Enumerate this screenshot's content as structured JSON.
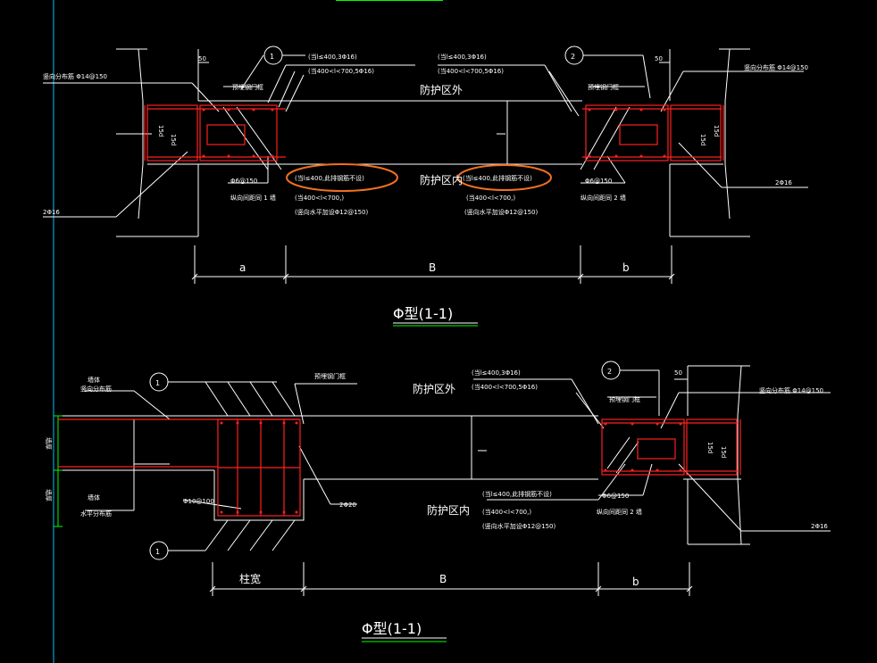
{
  "colors": {
    "background": "#000000",
    "line": "#ffffff",
    "rebar": "#ff2020",
    "highlight": "#f07020",
    "cyan": "#00c0ff",
    "green": "#00ff00"
  },
  "top": {
    "callout_1": "1",
    "callout_2": "2",
    "dim_50_left": "50",
    "dim_50_right": "50",
    "vert_dist_left": "竖向分布筋 Φ14@150",
    "vert_dist_right": "竖向分布筋 Φ14@150",
    "embed_left": "预埋钢门框",
    "embed_right": "预埋钢门框",
    "note_a1": "(当l≤400,3Φ16)",
    "note_a2": "(当400<l<700,5Φ16)",
    "note_b1": "(当l≤400,3Φ16)",
    "note_b2": "(当400<l<700,5Φ16)",
    "outside": "防护区外",
    "inside": "防护区内",
    "hl_left": "(当l≤400,此排钢筋不设)",
    "hl_right": "(当l≤400,此排钢筋不设)",
    "cond_left": "(当400<l<700,)",
    "cond_right": "(当400<l<700,)",
    "horiz_left": "(竖向水平加设Φ12@150)",
    "horiz_right": "(竖向水平加设Φ12@150)",
    "stir_left": "Φ6@150",
    "stir_right": "Φ6@150",
    "spacing_left": "纵向间距同 1 墙",
    "spacing_right": "纵向间距同 2 墙",
    "bar_left": "2Φ16",
    "bar_right": "2Φ16",
    "ld_left": "15d",
    "ld_left2": "15d",
    "ld_right": "15d",
    "ld_right2": "15d",
    "dim_a": "a",
    "dim_B": "B",
    "dim_b": "b",
    "title": "Φ型(1-1)"
  },
  "bottom": {
    "callout_1a": "1",
    "callout_1b": "1",
    "callout_2": "2",
    "dim_50": "50",
    "wall_outer": "墙体",
    "vert_dist_outer": "竖向分布筋",
    "embed_left": "预埋钢门框",
    "embed_right": "预埋钢门框",
    "outside": "防护区外",
    "inside": "防护区内",
    "note_1": "(当l≤400,3Φ16)",
    "note_2": "(当400<l<700,5Φ16)",
    "vert_dist_right": "竖向分布筋 Φ14@150",
    "wall_thick": "墙厚",
    "wall_thick2": "墙厚",
    "wall_inner": "墙体",
    "horiz_dist": "水平分布筋",
    "stirrup": "Φ10@100",
    "bar_2phi20": "2Φ20",
    "hl_note": "(当l≤400,此排钢筋不设)",
    "cond": "(当400<l<700,)",
    "horiz_add": "(竖向水平加设Φ12@150)",
    "stir_right": "Φ6@150",
    "spacing_right": "纵向间距同 2 墙",
    "bar_right": "2Φ16",
    "ld": "15d",
    "ld2": "15d",
    "dim_col": "柱宽",
    "dim_B": "B",
    "dim_b": "b",
    "title": "Φ型(1-1)"
  }
}
